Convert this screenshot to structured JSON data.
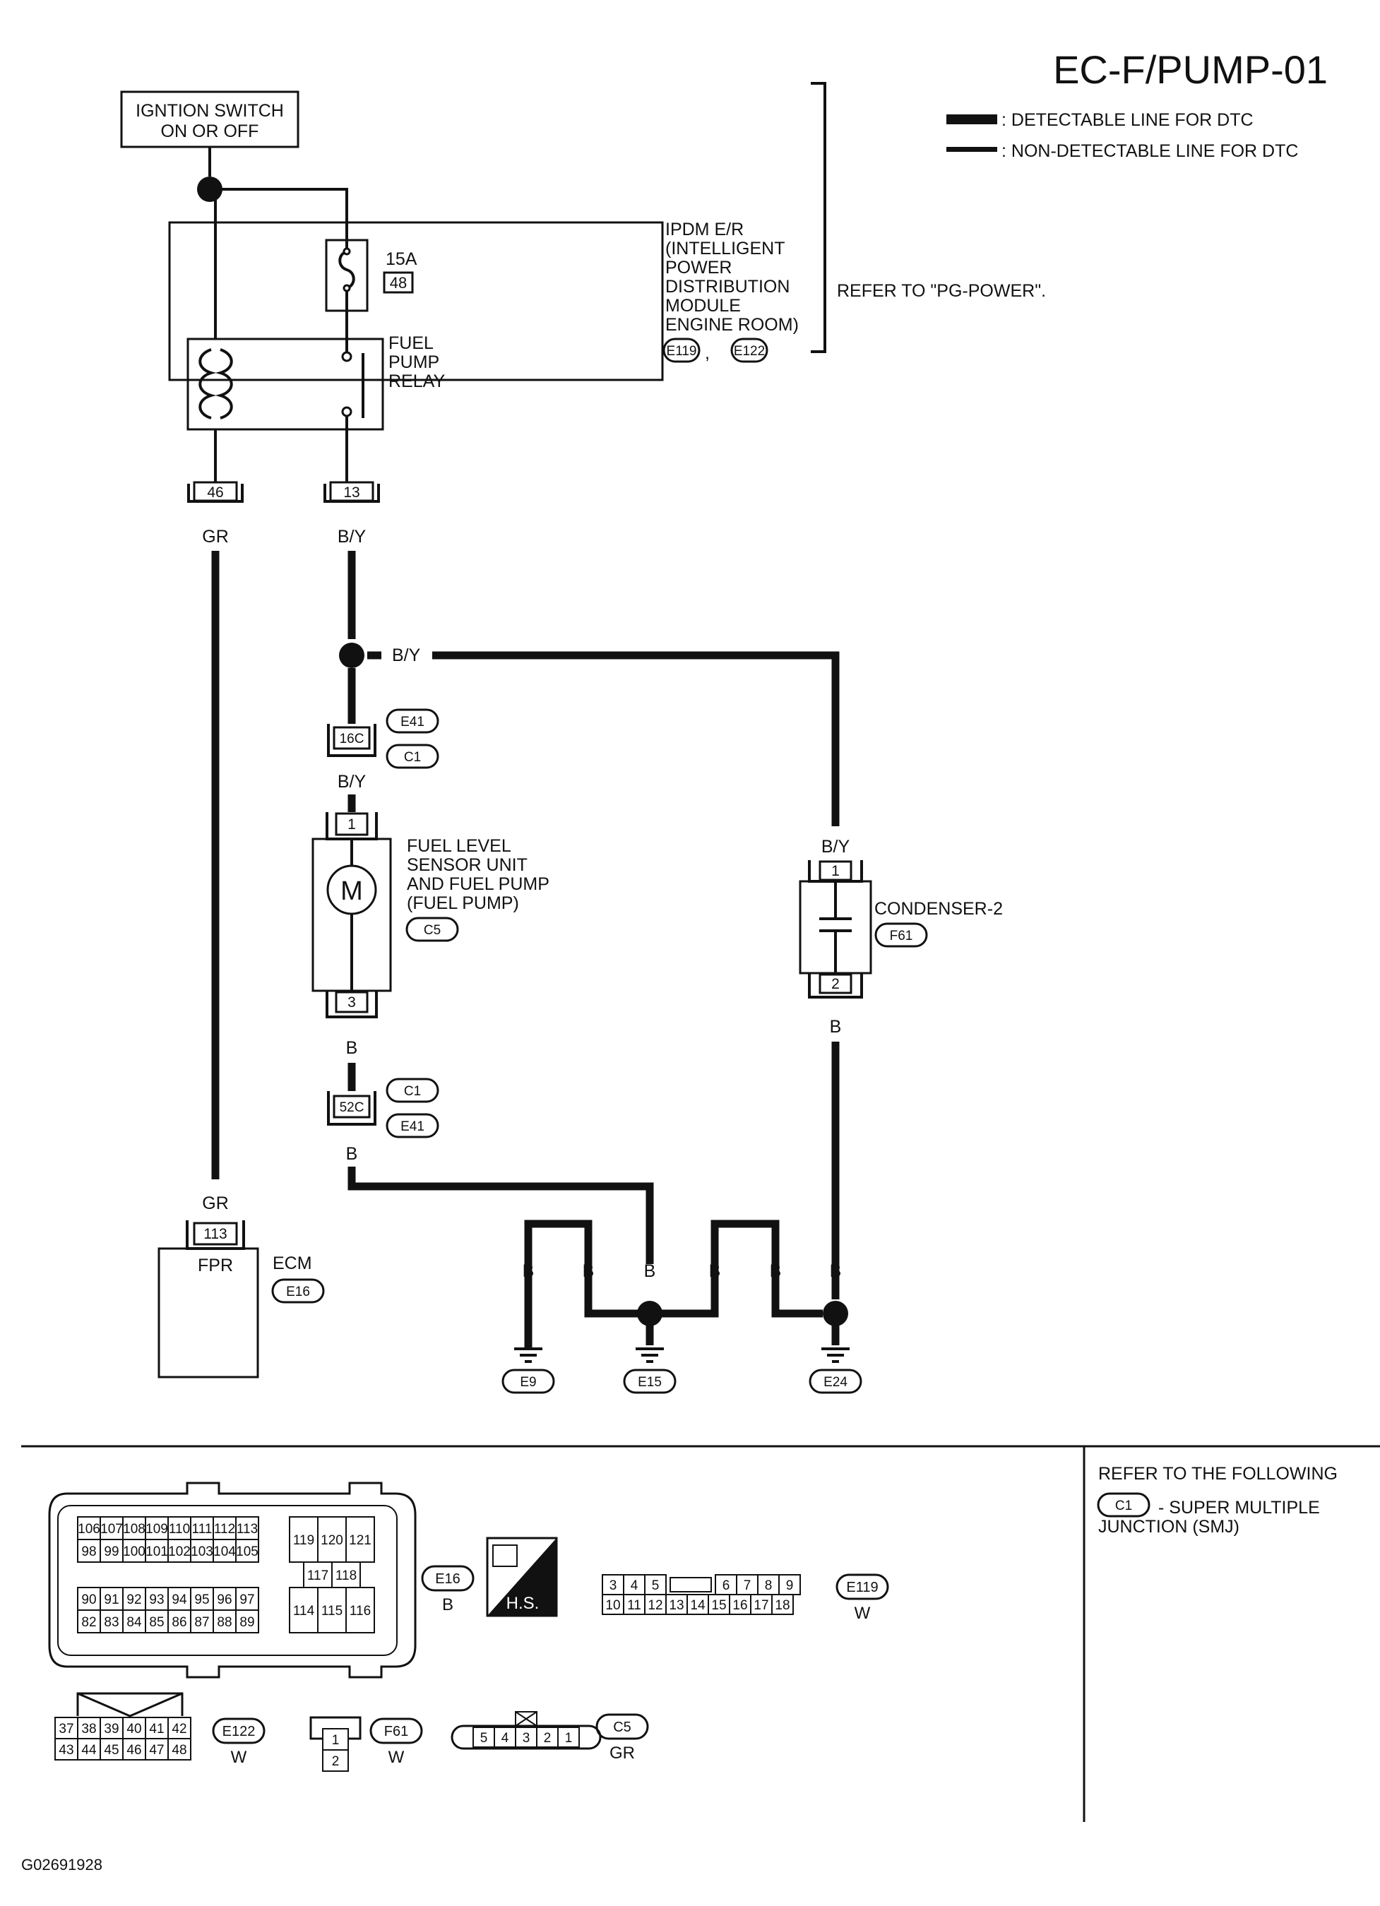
{
  "title": "EC-F/PUMP-01",
  "legend": {
    "detectable": ": DETECTABLE LINE FOR DTC",
    "non_detectable": ": NON-DETECTABLE LINE FOR DTC"
  },
  "ignition_switch": [
    "IGNTION SWITCH",
    "ON OR OFF"
  ],
  "ipdm": {
    "label": [
      "IPDM E/R",
      "(INTELLIGENT",
      "POWER",
      "DISTRIBUTION",
      "MODULE",
      "ENGINE ROOM)"
    ],
    "connectors": [
      "E119",
      "E122"
    ],
    "connector_sep": ",",
    "refer": "REFER TO \"PG-POWER\".",
    "fuse_rating": "15A",
    "fuse_number": "48",
    "relay_label": [
      "FUEL",
      "PUMP",
      "RELAY"
    ],
    "pin_left": "46",
    "pin_right": "13"
  },
  "wire_colors": {
    "gr": "GR",
    "by": "B/Y",
    "b": "B"
  },
  "smj_connector": {
    "upper_pin": "16C",
    "lower_pin": "52C",
    "e_id": "E41",
    "c_id": "C1"
  },
  "fuel_pump": {
    "label": [
      "FUEL LEVEL",
      "SENSOR UNIT",
      "AND FUEL PUMP",
      "(FUEL PUMP)"
    ],
    "connector": "C5",
    "pin_top": "1",
    "pin_bottom": "3",
    "motor_symbol": "M"
  },
  "condenser": {
    "label": "CONDENSER-2",
    "connector": "F61",
    "pin_top": "1",
    "pin_bottom": "2"
  },
  "ecm": {
    "pin": "113",
    "terminal": "FPR",
    "label": "ECM",
    "connector": "E16"
  },
  "grounds": [
    "E9",
    "E15",
    "E24"
  ],
  "connector_views": {
    "e16": {
      "id": "E16",
      "color": "B",
      "row1": [
        "106",
        "107",
        "108",
        "109",
        "110",
        "111",
        "112",
        "113"
      ],
      "row2": [
        "98",
        "99",
        "100",
        "101",
        "102",
        "103",
        "104",
        "105"
      ],
      "row3": [
        "90",
        "91",
        "92",
        "93",
        "94",
        "95",
        "96",
        "97"
      ],
      "row4": [
        "82",
        "83",
        "84",
        "85",
        "86",
        "87",
        "88",
        "89"
      ],
      "mid_top": [
        "119",
        "120",
        "121"
      ],
      "mid_center": [
        "117",
        "118"
      ],
      "mid_bottom": [
        "114",
        "115",
        "116"
      ]
    },
    "hs_badge": "H.S.",
    "e119": {
      "id": "E119",
      "color": "W",
      "row1": [
        "3",
        "4",
        "5",
        "",
        "6",
        "7",
        "8",
        "9"
      ],
      "row2": [
        "10",
        "11",
        "12",
        "13",
        "14",
        "15",
        "16",
        "17",
        "18"
      ]
    },
    "e122": {
      "id": "E122",
      "color": "W",
      "row1": [
        "37",
        "38",
        "39",
        "40",
        "41",
        "42"
      ],
      "row2": [
        "43",
        "44",
        "45",
        "46",
        "47",
        "48"
      ]
    },
    "f61": {
      "id": "F61",
      "color": "W",
      "pins": [
        "1",
        "2"
      ]
    },
    "c5": {
      "id": "C5",
      "color": "GR",
      "pins": [
        "5",
        "4",
        "3",
        "2",
        "1"
      ]
    }
  },
  "refer_following": [
    "REFER TO THE FOLLOWING",
    "- SUPER MULTIPLE",
    "JUNCTION (SMJ)"
  ],
  "refer_connector": "C1",
  "figure_id": "G02691928"
}
